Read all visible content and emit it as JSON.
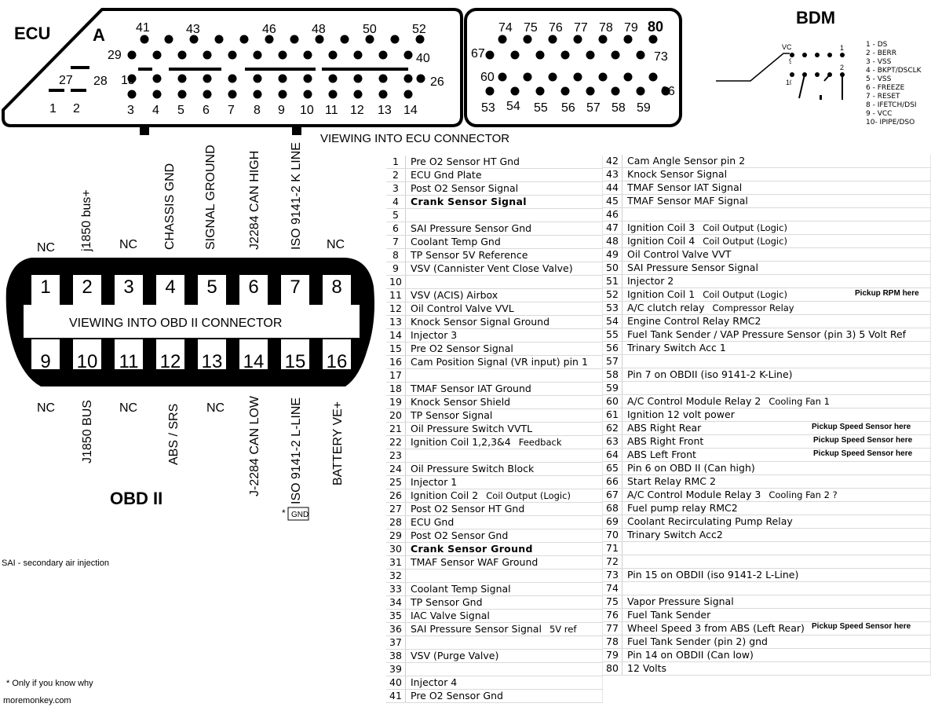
{
  "ecu": {
    "title": "ECU",
    "connector_a_letter": "A",
    "caption": "VIEWING INTO ECU CONNECTOR",
    "pin_labels_a": [
      "41",
      "43",
      "46",
      "48",
      "50",
      "52",
      "29",
      "40",
      "27",
      "28",
      "15",
      "26",
      "1",
      "2",
      "3",
      "4",
      "5",
      "6",
      "7",
      "8",
      "9",
      "10",
      "11",
      "12",
      "13",
      "14"
    ],
    "pin_labels_b": [
      "74",
      "75",
      "76",
      "77",
      "78",
      "79",
      "80",
      "67",
      "73",
      "60",
      "66",
      "53",
      "54",
      "55",
      "56",
      "57",
      "58",
      "59"
    ]
  },
  "bdm": {
    "title": "BDM",
    "vcc_label": "VCC",
    "pin_9": "9",
    "pin_1": "1",
    "pin_10": "10",
    "pin_2": "2",
    "legend": [
      "1 - DS",
      "2 - BERR",
      "3 - VSS",
      "4 - BKPT/DSCLK",
      "5 - VSS",
      "6 - FREEZE",
      "7 - RESET",
      "8 - IFETCH/DSI",
      "9 - VCC",
      "10- IPIPE/DSO"
    ]
  },
  "obd": {
    "title": "OBD II",
    "caption": "VIEWING INTO OBD II CONNECTOR",
    "top_pins": [
      "1",
      "2",
      "3",
      "4",
      "5",
      "6",
      "7",
      "8"
    ],
    "bottom_pins": [
      "9",
      "10",
      "11",
      "12",
      "13",
      "14",
      "15",
      "16"
    ],
    "top_labels": [
      "NC",
      "j1850 bus+",
      "NC",
      "CHASSIS GND",
      "SIGNAL GROUND",
      "J2284 CAN HIGH",
      "ISO 9141-2 K LINE",
      "NC"
    ],
    "bottom_labels": [
      "NC",
      "J1850 BUS",
      "NC",
      "ABS / SRS",
      "NC",
      "J-2284 CAN LOW",
      "ISO 9141-2 L-LINE",
      "BATTERY VE+"
    ],
    "gnd_asterisk": "*",
    "gnd_box": "GND"
  },
  "notes": {
    "sai": "SAI - secondary air injection",
    "only_if": "* Only if you know why",
    "site": "moremonkey.com"
  },
  "pin_table_left": [
    {
      "n": "1",
      "d": "Pre O2 Sensor HT Gnd",
      "note": ""
    },
    {
      "n": "2",
      "d": "ECU Gnd Plate",
      "note": ""
    },
    {
      "n": "3",
      "d": "Post O2 Sensor Signal",
      "note": ""
    },
    {
      "n": "4",
      "d": "Crank Sensor Signal",
      "note": ""
    },
    {
      "n": "5",
      "d": "",
      "note": ""
    },
    {
      "n": "6",
      "d": "SAI Pressure Sensor Gnd",
      "note": ""
    },
    {
      "n": "7",
      "d": "Coolant Temp Gnd",
      "note": ""
    },
    {
      "n": "8",
      "d": "TP Sensor 5V Reference",
      "note": ""
    },
    {
      "n": "9",
      "d": "VSV (Cannister Vent Close Valve)",
      "note": ""
    },
    {
      "n": "10",
      "d": "",
      "note": ""
    },
    {
      "n": "11",
      "d": "VSV (ACIS) Airbox",
      "note": ""
    },
    {
      "n": "12",
      "d": "Oil Control Valve VVL",
      "note": ""
    },
    {
      "n": "13",
      "d": "Knock Sensor Signal Ground",
      "note": ""
    },
    {
      "n": "14",
      "d": "Injector 3",
      "note": ""
    },
    {
      "n": "15",
      "d": "Pre O2 Sensor Signal",
      "note": ""
    },
    {
      "n": "16",
      "d": "Cam Position Signal (VR input) pin 1",
      "note": ""
    },
    {
      "n": "17",
      "d": "",
      "note": ""
    },
    {
      "n": "18",
      "d": "TMAF Sensor IAT Ground",
      "note": ""
    },
    {
      "n": "19",
      "d": "Knock Sensor Shield",
      "note": ""
    },
    {
      "n": "20",
      "d": "TP Sensor Signal",
      "note": ""
    },
    {
      "n": "21",
      "d": "Oil Pressure Switch VVTL",
      "note": ""
    },
    {
      "n": "22",
      "d": "Ignition Coil 1,2,3&4",
      "note": "Feedback"
    },
    {
      "n": "23",
      "d": "",
      "note": ""
    },
    {
      "n": "24",
      "d": "Oil Pressure Switch Block",
      "note": ""
    },
    {
      "n": "25",
      "d": "Injector 1",
      "note": ""
    },
    {
      "n": "26",
      "d": "Ignition Coil 2",
      "note": "Coil Output  (Logic)"
    },
    {
      "n": "27",
      "d": "Post O2 Sensor HT Gnd",
      "note": ""
    },
    {
      "n": "28",
      "d": "ECU Gnd",
      "note": ""
    },
    {
      "n": "29",
      "d": "Post O2 Sensor Gnd",
      "note": ""
    },
    {
      "n": "30",
      "d": "Crank Sensor Ground",
      "note": ""
    },
    {
      "n": "31",
      "d": "TMAF Sensor WAF Ground",
      "note": ""
    },
    {
      "n": "32",
      "d": "",
      "note": ""
    },
    {
      "n": "33",
      "d": "Coolant Temp Signal",
      "note": ""
    },
    {
      "n": "34",
      "d": "TP Sensor Gnd",
      "note": ""
    },
    {
      "n": "35",
      "d": "IAC Valve Signal",
      "note": ""
    },
    {
      "n": "36",
      "d": "SAI Pressure Sensor Signal",
      "note": "5V ref"
    },
    {
      "n": "37",
      "d": "",
      "note": ""
    },
    {
      "n": "38",
      "d": "VSV (Purge Valve)",
      "note": ""
    },
    {
      "n": "39",
      "d": "",
      "note": ""
    },
    {
      "n": "40",
      "d": "Injector 4",
      "note": ""
    },
    {
      "n": "41",
      "d": "Pre O2 Sensor Gnd",
      "note": ""
    }
  ],
  "pin_table_right": [
    {
      "n": "42",
      "d": "Cam Angle Sensor pin 2",
      "note": ""
    },
    {
      "n": "43",
      "d": "Knock Sensor Signal",
      "note": ""
    },
    {
      "n": "44",
      "d": "TMAF Sensor IAT Signal",
      "note": ""
    },
    {
      "n": "45",
      "d": "TMAF Sensor MAF Signal",
      "note": ""
    },
    {
      "n": "46",
      "d": "",
      "note": ""
    },
    {
      "n": "47",
      "d": "Ignition Coil 3",
      "note": "Coil Output  (Logic)"
    },
    {
      "n": "48",
      "d": "Ignition Coil 4",
      "note": "Coil Output  (Logic)"
    },
    {
      "n": "49",
      "d": "Oil Control Valve VVT",
      "note": ""
    },
    {
      "n": "50",
      "d": "SAI Pressure Sensor Signal",
      "note": ""
    },
    {
      "n": "51",
      "d": "Injector 2",
      "note": ""
    },
    {
      "n": "52",
      "d": "Ignition Coil 1",
      "note": "Coil Output  (Logic)"
    },
    {
      "n": "53",
      "d": "A/C clutch relay",
      "note": "Compressor Relay"
    },
    {
      "n": "54",
      "d": "Engine Control Relay RMC2",
      "note": ""
    },
    {
      "n": "55",
      "d": "Fuel Tank Sender / VAP Pressure Sensor (pin 3) 5 Volt Ref",
      "note": ""
    },
    {
      "n": "56",
      "d": "Trinary Switch Acc 1",
      "note": ""
    },
    {
      "n": "57",
      "d": "",
      "note": ""
    },
    {
      "n": "58",
      "d": "Pin 7 on OBDII (iso 9141-2 K-Line)",
      "note": ""
    },
    {
      "n": "59",
      "d": "",
      "note": ""
    },
    {
      "n": "60",
      "d": "A/C Control Module Relay 2",
      "note": "Cooling Fan 1"
    },
    {
      "n": "61",
      "d": "Ignition 12 volt power",
      "note": ""
    },
    {
      "n": "62",
      "d": "ABS Right Rear",
      "note": ""
    },
    {
      "n": "63",
      "d": "ABS Right Front",
      "note": ""
    },
    {
      "n": "64",
      "d": "ABS Left Front",
      "note": ""
    },
    {
      "n": "65",
      "d": "Pin 6 on OBD II (Can high)",
      "note": ""
    },
    {
      "n": "66",
      "d": "Start Relay RMC 2",
      "note": ""
    },
    {
      "n": "67",
      "d": "A/C Control Module Relay 3",
      "note": "Cooling Fan 2 ?"
    },
    {
      "n": "68",
      "d": "Fuel pump relay RMC2",
      "note": ""
    },
    {
      "n": "69",
      "d": "Coolant Recirculating Pump Relay",
      "note": ""
    },
    {
      "n": "70",
      "d": "Trinary Switch Acc2",
      "note": ""
    },
    {
      "n": "71",
      "d": "",
      "note": ""
    },
    {
      "n": "72",
      "d": "",
      "note": ""
    },
    {
      "n": "73",
      "d": "Pin 15 on OBDII (iso 9141-2 L-Line)",
      "note": ""
    },
    {
      "n": "74",
      "d": "",
      "note": ""
    },
    {
      "n": "75",
      "d": "Vapor Pressure Signal",
      "note": ""
    },
    {
      "n": "76",
      "d": "Fuel Tank Sender",
      "note": ""
    },
    {
      "n": "77",
      "d": "Wheel Speed 3 from ABS (Left Rear)",
      "note": ""
    },
    {
      "n": "78",
      "d": "Fuel Tank Sender (pin 2) gnd",
      "note": ""
    },
    {
      "n": "79",
      "d": "Pin 14 on OBDII (Can low)",
      "note": ""
    },
    {
      "n": "80",
      "d": "12 Volts",
      "note": ""
    }
  ],
  "right_side_notes": {
    "rpm": "Pickup RPM here",
    "speed_62": "Pickup Speed Sensor here",
    "speed_63": "Pickup Speed Sensor here",
    "speed_64": "Pickup Speed Sensor here",
    "speed_77": "Pickup Speed Sensor here"
  }
}
